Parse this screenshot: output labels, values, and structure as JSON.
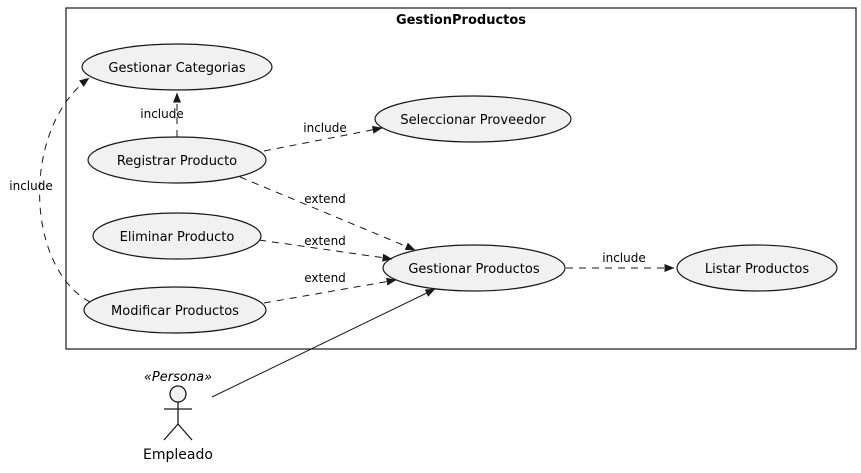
{
  "diagram": {
    "type": "uml-use-case",
    "title": "GestionProductos",
    "nodes": {
      "gestionar_categorias": "Gestionar Categorias",
      "seleccionar_proveedor": "Seleccionar Proveedor",
      "registrar_producto": "Registrar Producto",
      "eliminar_producto": "Eliminar Producto",
      "modificar_productos": "Modificar Productos",
      "gestionar_productos": "Gestionar Productos",
      "listar_productos": "Listar Productos"
    },
    "actor": {
      "stereotype": "«Persona»",
      "name": "Empleado"
    },
    "edges": {
      "registrar_to_categorias": {
        "label": "include",
        "style": "dashed"
      },
      "registrar_to_proveedor": {
        "label": "include",
        "style": "dashed"
      },
      "registrar_to_gestionar": {
        "label": "extend",
        "style": "dashed"
      },
      "eliminar_to_gestionar": {
        "label": "extend",
        "style": "dashed"
      },
      "modificar_to_gestionar": {
        "label": "extend",
        "style": "dashed"
      },
      "gestionar_to_listar": {
        "label": "include",
        "style": "dashed"
      },
      "modificar_to_categorias": {
        "label": "include",
        "style": "dashed"
      },
      "empleado_to_gestionar": {
        "label": "",
        "style": "solid"
      }
    },
    "colors": {
      "node_fill": "#f1f1f1",
      "node_stroke": "#181818",
      "line": "#181818",
      "background": "#ffffff"
    }
  }
}
